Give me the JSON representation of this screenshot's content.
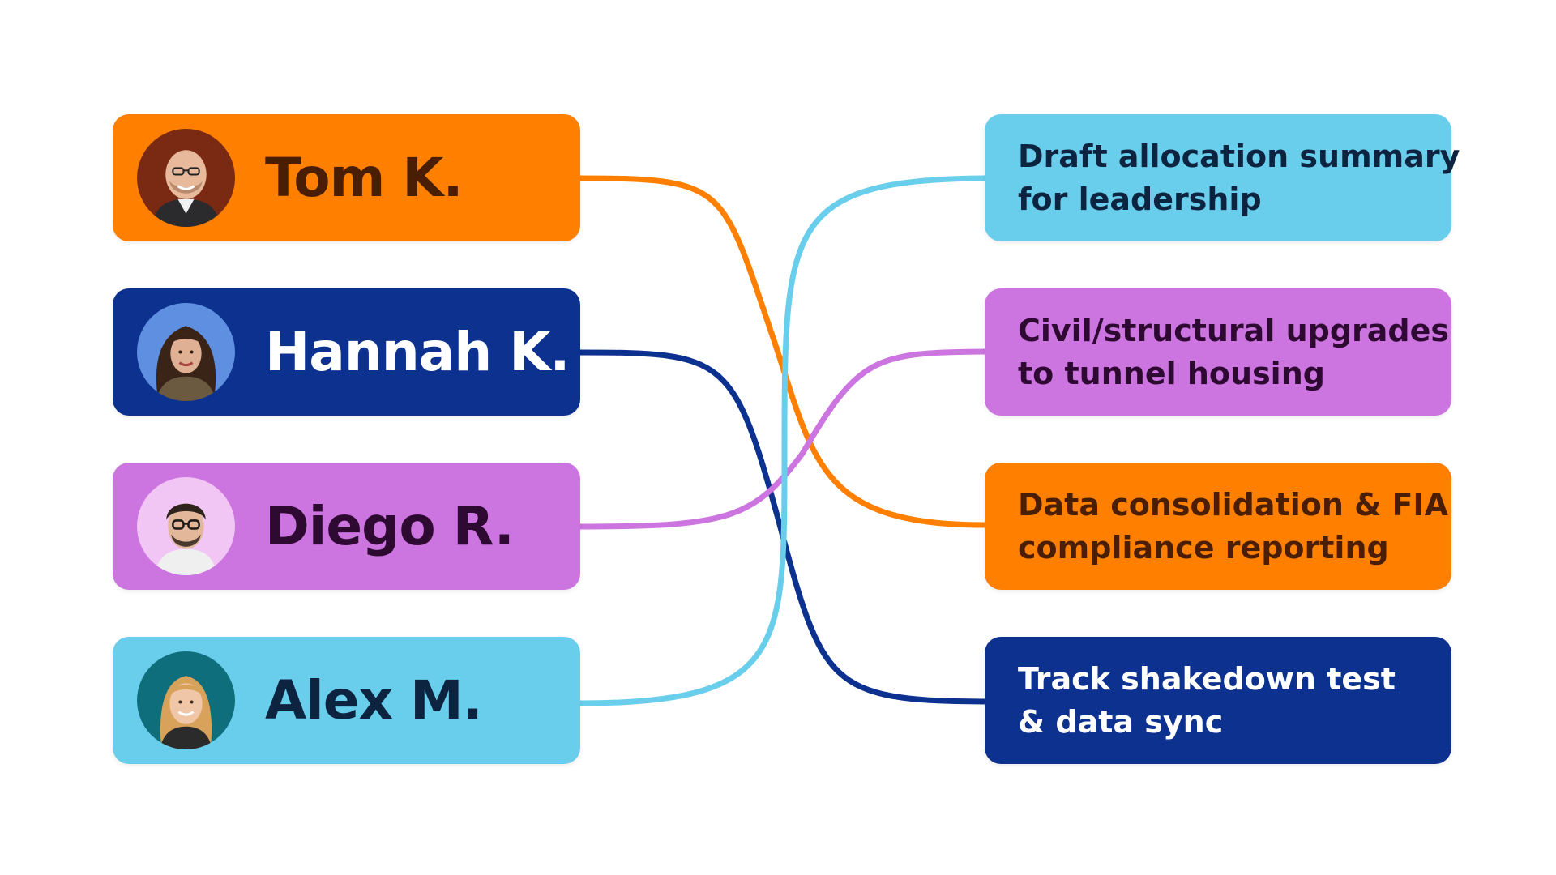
{
  "colors": {
    "orange": "#FF8000",
    "navy": "#0C318F",
    "purple": "#CC74DF",
    "sky": "#69CEEC",
    "text_dark_orange": "#4A1E05",
    "text_white": "#FFFFFF",
    "text_dark_purple": "#2E0A33",
    "text_dark_navy": "#0D2440"
  },
  "people": [
    {
      "name": "Tom K.",
      "avatar_icon": "person-photo-tom-icon"
    },
    {
      "name": "Hannah K.",
      "avatar_icon": "person-photo-hannah-icon"
    },
    {
      "name": "Diego R.",
      "avatar_icon": "person-photo-diego-icon"
    },
    {
      "name": "Alex M.",
      "avatar_icon": "person-photo-alex-icon"
    }
  ],
  "tasks": [
    {
      "lines": [
        "Draft allocation summary",
        "for leadership"
      ]
    },
    {
      "lines": [
        "Civil/structural upgrades",
        "to tunnel housing"
      ]
    },
    {
      "lines": [
        "Data consolidation & FIA",
        "compliance reporting"
      ]
    },
    {
      "lines": [
        "Track shakedown test",
        "& data sync"
      ]
    }
  ]
}
